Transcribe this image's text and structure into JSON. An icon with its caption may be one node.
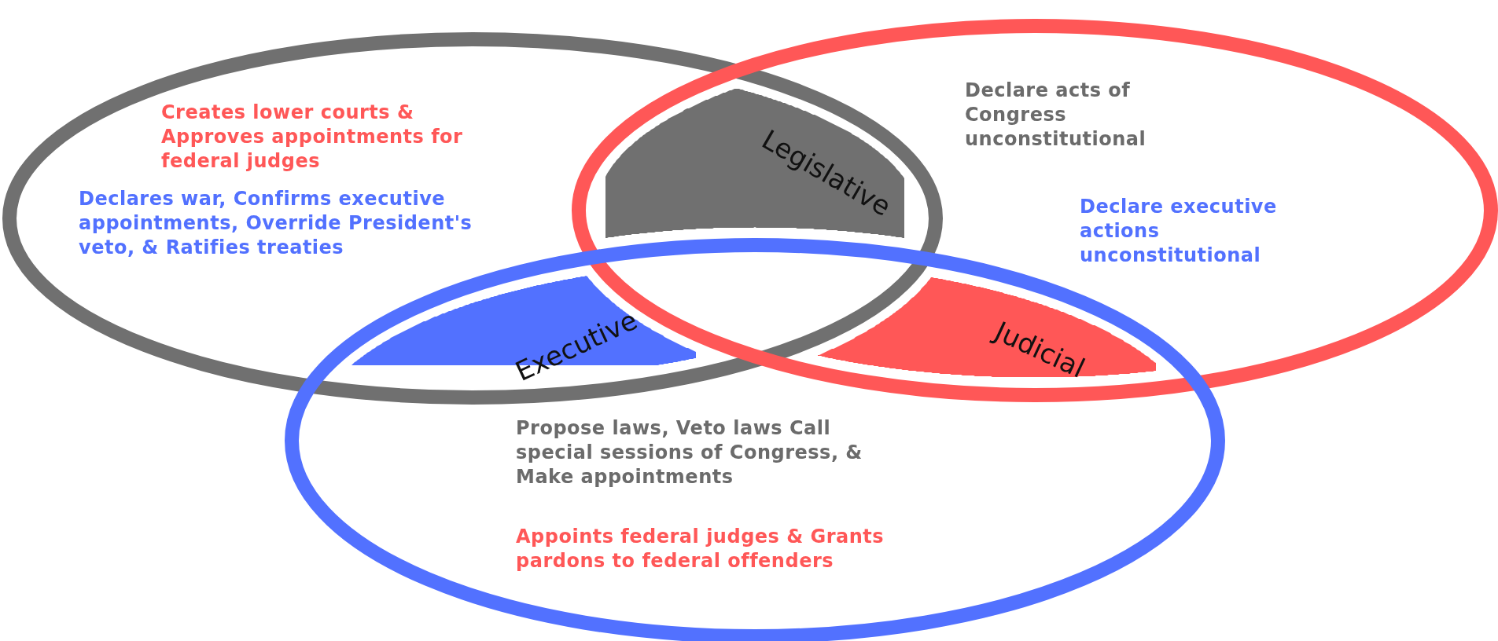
{
  "diagram": {
    "nodes": [
      {
        "text": [
          "Creates lower courts & Approves appointments for federal judges",
          "Declares war, Confirms executive appointments, Override President's veto, & Ratifies treaties"
        ]
      },
      {
        "text": [
          "Declare acts of Congress unconstitutional",
          "Declare executive actions unconstitutional"
        ]
      },
      {
        "text": [
          "Propose laws, Veto laws Call special sessions of Congress, & Make appointments",
          "Appoints federal judges & Grants pardons to federal offenders"
        ]
      },
      {
        "text": [
          "Legislative"
        ]
      },
      {
        "text": [
          "Executive"
        ]
      },
      {
        "text": [
          "Judicial"
        ]
      }
    ]
  }
}
